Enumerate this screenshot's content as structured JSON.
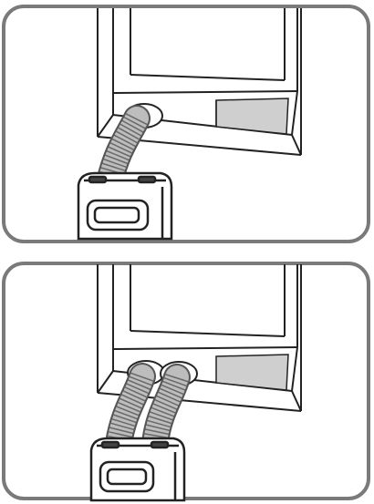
{
  "figure": {
    "panels": [
      {
        "id": "single-hose",
        "hose_count": 1
      },
      {
        "id": "dual-hose",
        "hose_count": 2
      }
    ]
  },
  "colors": {
    "frame_border": "#7a7a7a",
    "line": "#222222",
    "shaded_panel": "#cfcfcf",
    "background": "#ffffff"
  },
  "icons": [
    "window-frame",
    "exhaust-hose",
    "portable-air-conditioner",
    "vent-panel"
  ]
}
